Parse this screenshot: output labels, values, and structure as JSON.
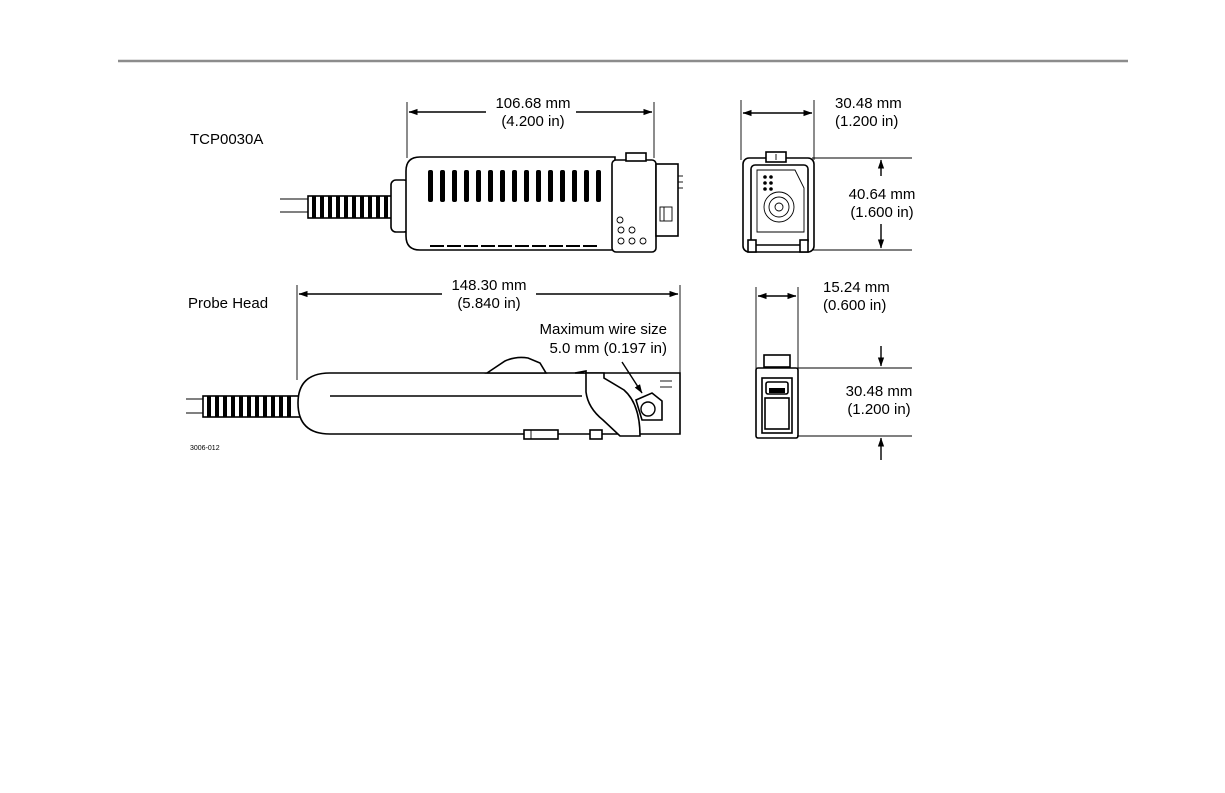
{
  "header_rule_color": "#8c8c8c",
  "labels": {
    "tcp_model": "TCP0030A",
    "probe_head": "Probe Head",
    "figure_id": "3006-012",
    "max_wire_line1": "Maximum wire size",
    "max_wire_line2": "5.0 mm (0.197 in)"
  },
  "dimensions": {
    "tcp_length_mm": "106.68 mm",
    "tcp_length_in": "(4.200 in)",
    "tcp_width_mm": "30.48 mm",
    "tcp_width_in": "(1.200 in)",
    "tcp_height_mm": "40.64 mm",
    "tcp_height_in": "(1.600 in)",
    "head_length_mm": "148.30 mm",
    "head_length_in": "(5.840 in)",
    "head_width_mm": "15.24 mm",
    "head_width_in": "(0.600 in)",
    "head_height_mm": "30.48 mm",
    "head_height_in": "(1.200 in)"
  }
}
